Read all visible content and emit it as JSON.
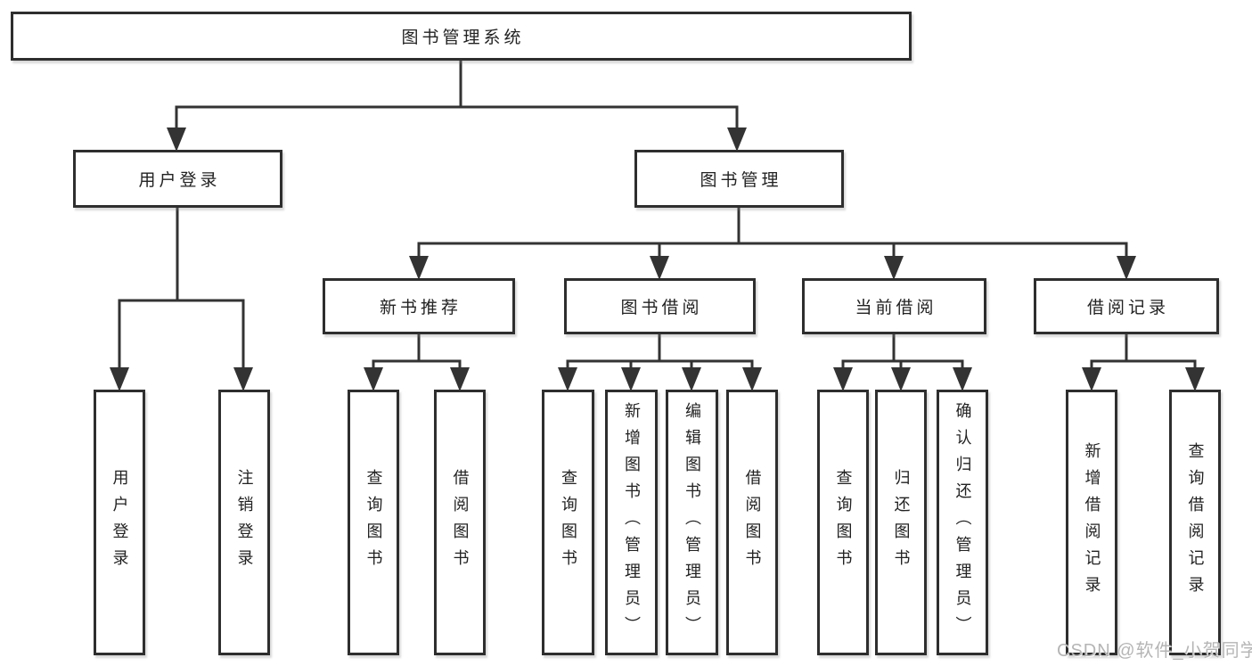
{
  "diagram": {
    "root_label": "图书管理系统",
    "tree": [
      {
        "label": "用户登录",
        "children": [
          {
            "label": "用户登录"
          },
          {
            "label": "注销登录"
          }
        ]
      },
      {
        "label": "图书管理",
        "children": [
          {
            "label": "新书推荐",
            "children": [
              {
                "label": "查询图书"
              },
              {
                "label": "借阅图书"
              }
            ]
          },
          {
            "label": "图书借阅",
            "children": [
              {
                "label": "查询图书"
              },
              {
                "label": "新增图书（管理员）"
              },
              {
                "label": "编辑图书（管理员）"
              },
              {
                "label": "借阅图书"
              }
            ]
          },
          {
            "label": "当前借阅",
            "children": [
              {
                "label": "查询图书"
              },
              {
                "label": "归还图书"
              },
              {
                "label": "确认归还（管理员）"
              }
            ]
          },
          {
            "label": "借阅记录",
            "children": [
              {
                "label": "新增借阅记录"
              },
              {
                "label": "查询借阅记录"
              }
            ]
          }
        ]
      }
    ],
    "watermark": "CSDN @软件_小贺同学",
    "colors": {
      "line": "#333333",
      "box_border": "#2e2e2e",
      "text": "#222222",
      "watermark": "#b5b5b5",
      "background": "#ffffff"
    }
  }
}
